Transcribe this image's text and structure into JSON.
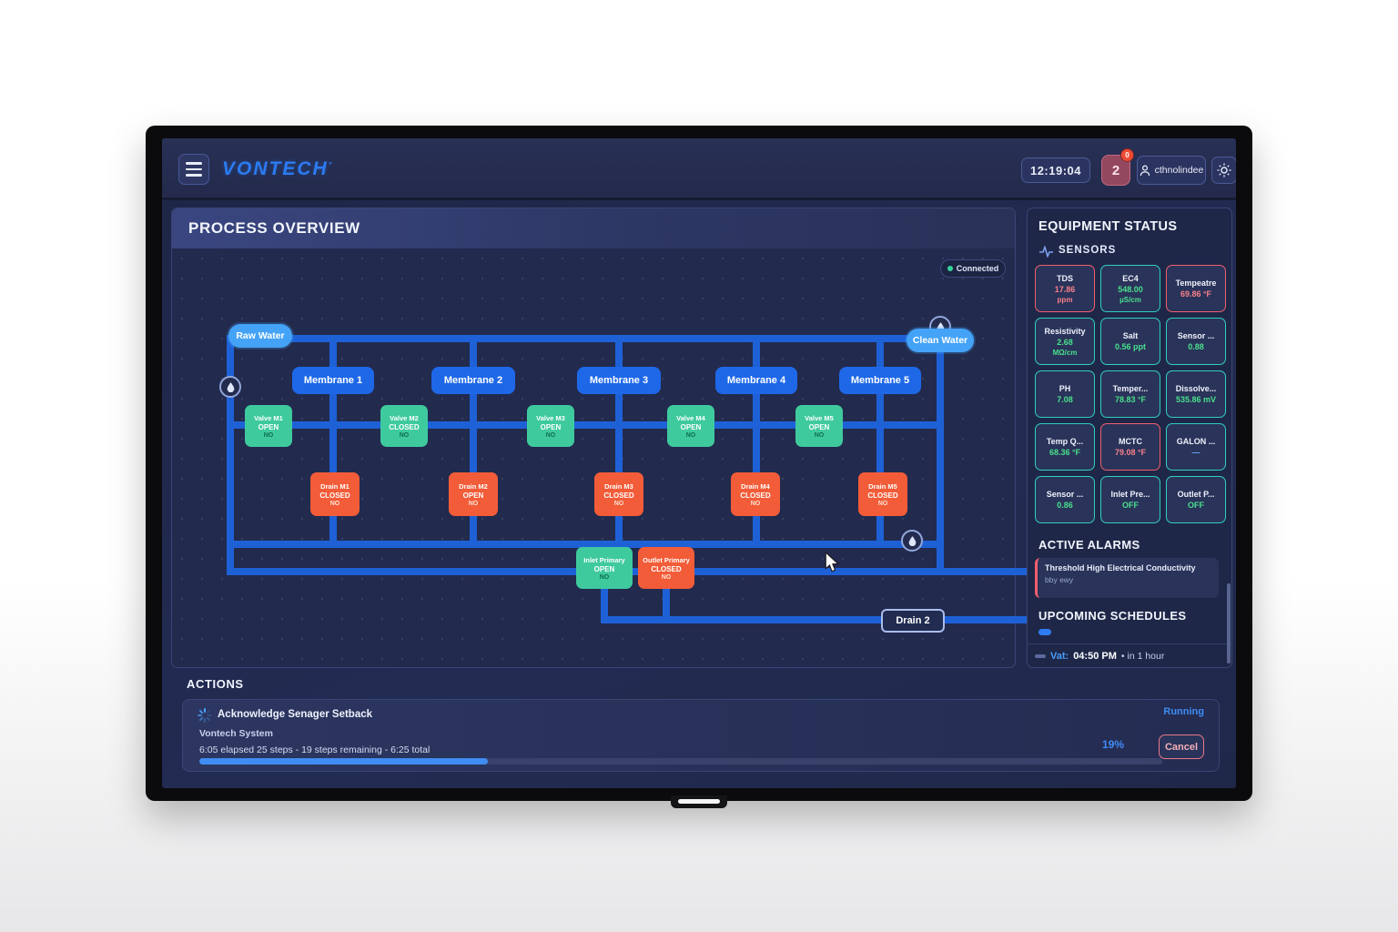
{
  "header": {
    "logo": "VONTECH",
    "logo_mark": "°",
    "time": "12:19:04",
    "notifications": {
      "count": "2",
      "badge": "0"
    },
    "user": "cthnolindee"
  },
  "process": {
    "title": "PROCESS OVERVIEW",
    "connection_status": "Connected",
    "source_label": "Raw Water",
    "clean_label": "Clean Water",
    "drain2_label": "Drain 2",
    "membranes": [
      "Membrane 1",
      "Membrane 2",
      "Membrane 3",
      "Membrane 4",
      "Membrane 5"
    ],
    "valves": [
      {
        "name": "Valve M1",
        "state": "OPEN",
        "mode": "NO"
      },
      {
        "name": "Valve M2",
        "state": "CLOSED",
        "mode": "NO"
      },
      {
        "name": "Valve M3",
        "state": "OPEN",
        "mode": "NO"
      },
      {
        "name": "Valve M4",
        "state": "OPEN",
        "mode": "NO"
      },
      {
        "name": "Valve M5",
        "state": "OPEN",
        "mode": "NO"
      }
    ],
    "drains": [
      {
        "name": "Drain M1",
        "state": "CLOSED",
        "mode": "NO"
      },
      {
        "name": "Drain M2",
        "state": "OPEN",
        "mode": "NO"
      },
      {
        "name": "Drain M3",
        "state": "CLOSED",
        "mode": "NO"
      },
      {
        "name": "Drain M4",
        "state": "CLOSED",
        "mode": "NO"
      },
      {
        "name": "Drain M5",
        "state": "CLOSED",
        "mode": "NO"
      }
    ],
    "inlet": {
      "name": "Inlet Primary",
      "state": "OPEN",
      "mode": "NO"
    },
    "outlet": {
      "name": "Outlet Primary",
      "state": "CLOSED",
      "mode": "NO"
    }
  },
  "equipment": {
    "title": "EQUIPMENT STATUS",
    "sensors_label": "SENSORS",
    "tiles": [
      {
        "label": "TDS",
        "value": "17.86",
        "unit": "ppm",
        "status": "alarm"
      },
      {
        "label": "EC4",
        "value": "548.00",
        "unit": "µS/cm",
        "status": "ok"
      },
      {
        "label": "Tempeatre",
        "value": "69.86 °F",
        "unit": "",
        "status": "alarm"
      },
      {
        "label": "Resistivity",
        "value": "2.68",
        "unit": "MΩ/cm",
        "status": "ok"
      },
      {
        "label": "Salt",
        "value": "0.56 ppt",
        "unit": "",
        "status": "ok"
      },
      {
        "label": "Sensor ...",
        "value": "0.88",
        "unit": "",
        "status": "ok"
      },
      {
        "label": "PH",
        "value": "7.08",
        "unit": "",
        "status": "ok"
      },
      {
        "label": "Temper...",
        "value": "78.83 °F",
        "unit": "",
        "status": "ok"
      },
      {
        "label": "Dissolve...",
        "value": "535.86 mV",
        "unit": "",
        "status": "ok"
      },
      {
        "label": "Temp Q...",
        "value": "68.36 °F",
        "unit": "",
        "status": "ok"
      },
      {
        "label": "MCTC",
        "value": "79.08 °F",
        "unit": "",
        "status": "alarm"
      },
      {
        "label": "GALON ...",
        "value": "—",
        "unit": "",
        "status": "neutral"
      },
      {
        "label": "Sensor ...",
        "value": "0.86",
        "unit": "",
        "status": "ok"
      },
      {
        "label": "Inlet Pre...",
        "value": "OFF",
        "unit": "",
        "status": "ok"
      },
      {
        "label": "Outlet P...",
        "value": "OFF",
        "unit": "",
        "status": "ok"
      }
    ]
  },
  "alarms": {
    "title": "ACTIVE ALARMS",
    "items": [
      {
        "text": "Threshold High Electrical Conductivity",
        "sub": "bby ewy"
      }
    ]
  },
  "schedules": {
    "title": "UPCOMING SCHEDULES",
    "item": {
      "label": "Vat:",
      "time": "04:50 PM",
      "sep": "•",
      "rel": "in 1 hour"
    }
  },
  "actions": {
    "title": "ACTIONS",
    "task": "Acknowledge Senager Setback",
    "system": "Vontech System",
    "progress_text": "6:05 elapsed 25 steps - 19 steps remaining - 6:25 total",
    "status_link": "Running",
    "percent": "19%",
    "cancel_label": "Cancel"
  },
  "colors": {
    "accent": "#3f8cf3",
    "alarm": "#ef5f6d",
    "ok_green": "#49e08d",
    "valve_green": "#3fca9e",
    "drain_orange": "#f25c38",
    "pipe_blue": "#1e61d6"
  }
}
